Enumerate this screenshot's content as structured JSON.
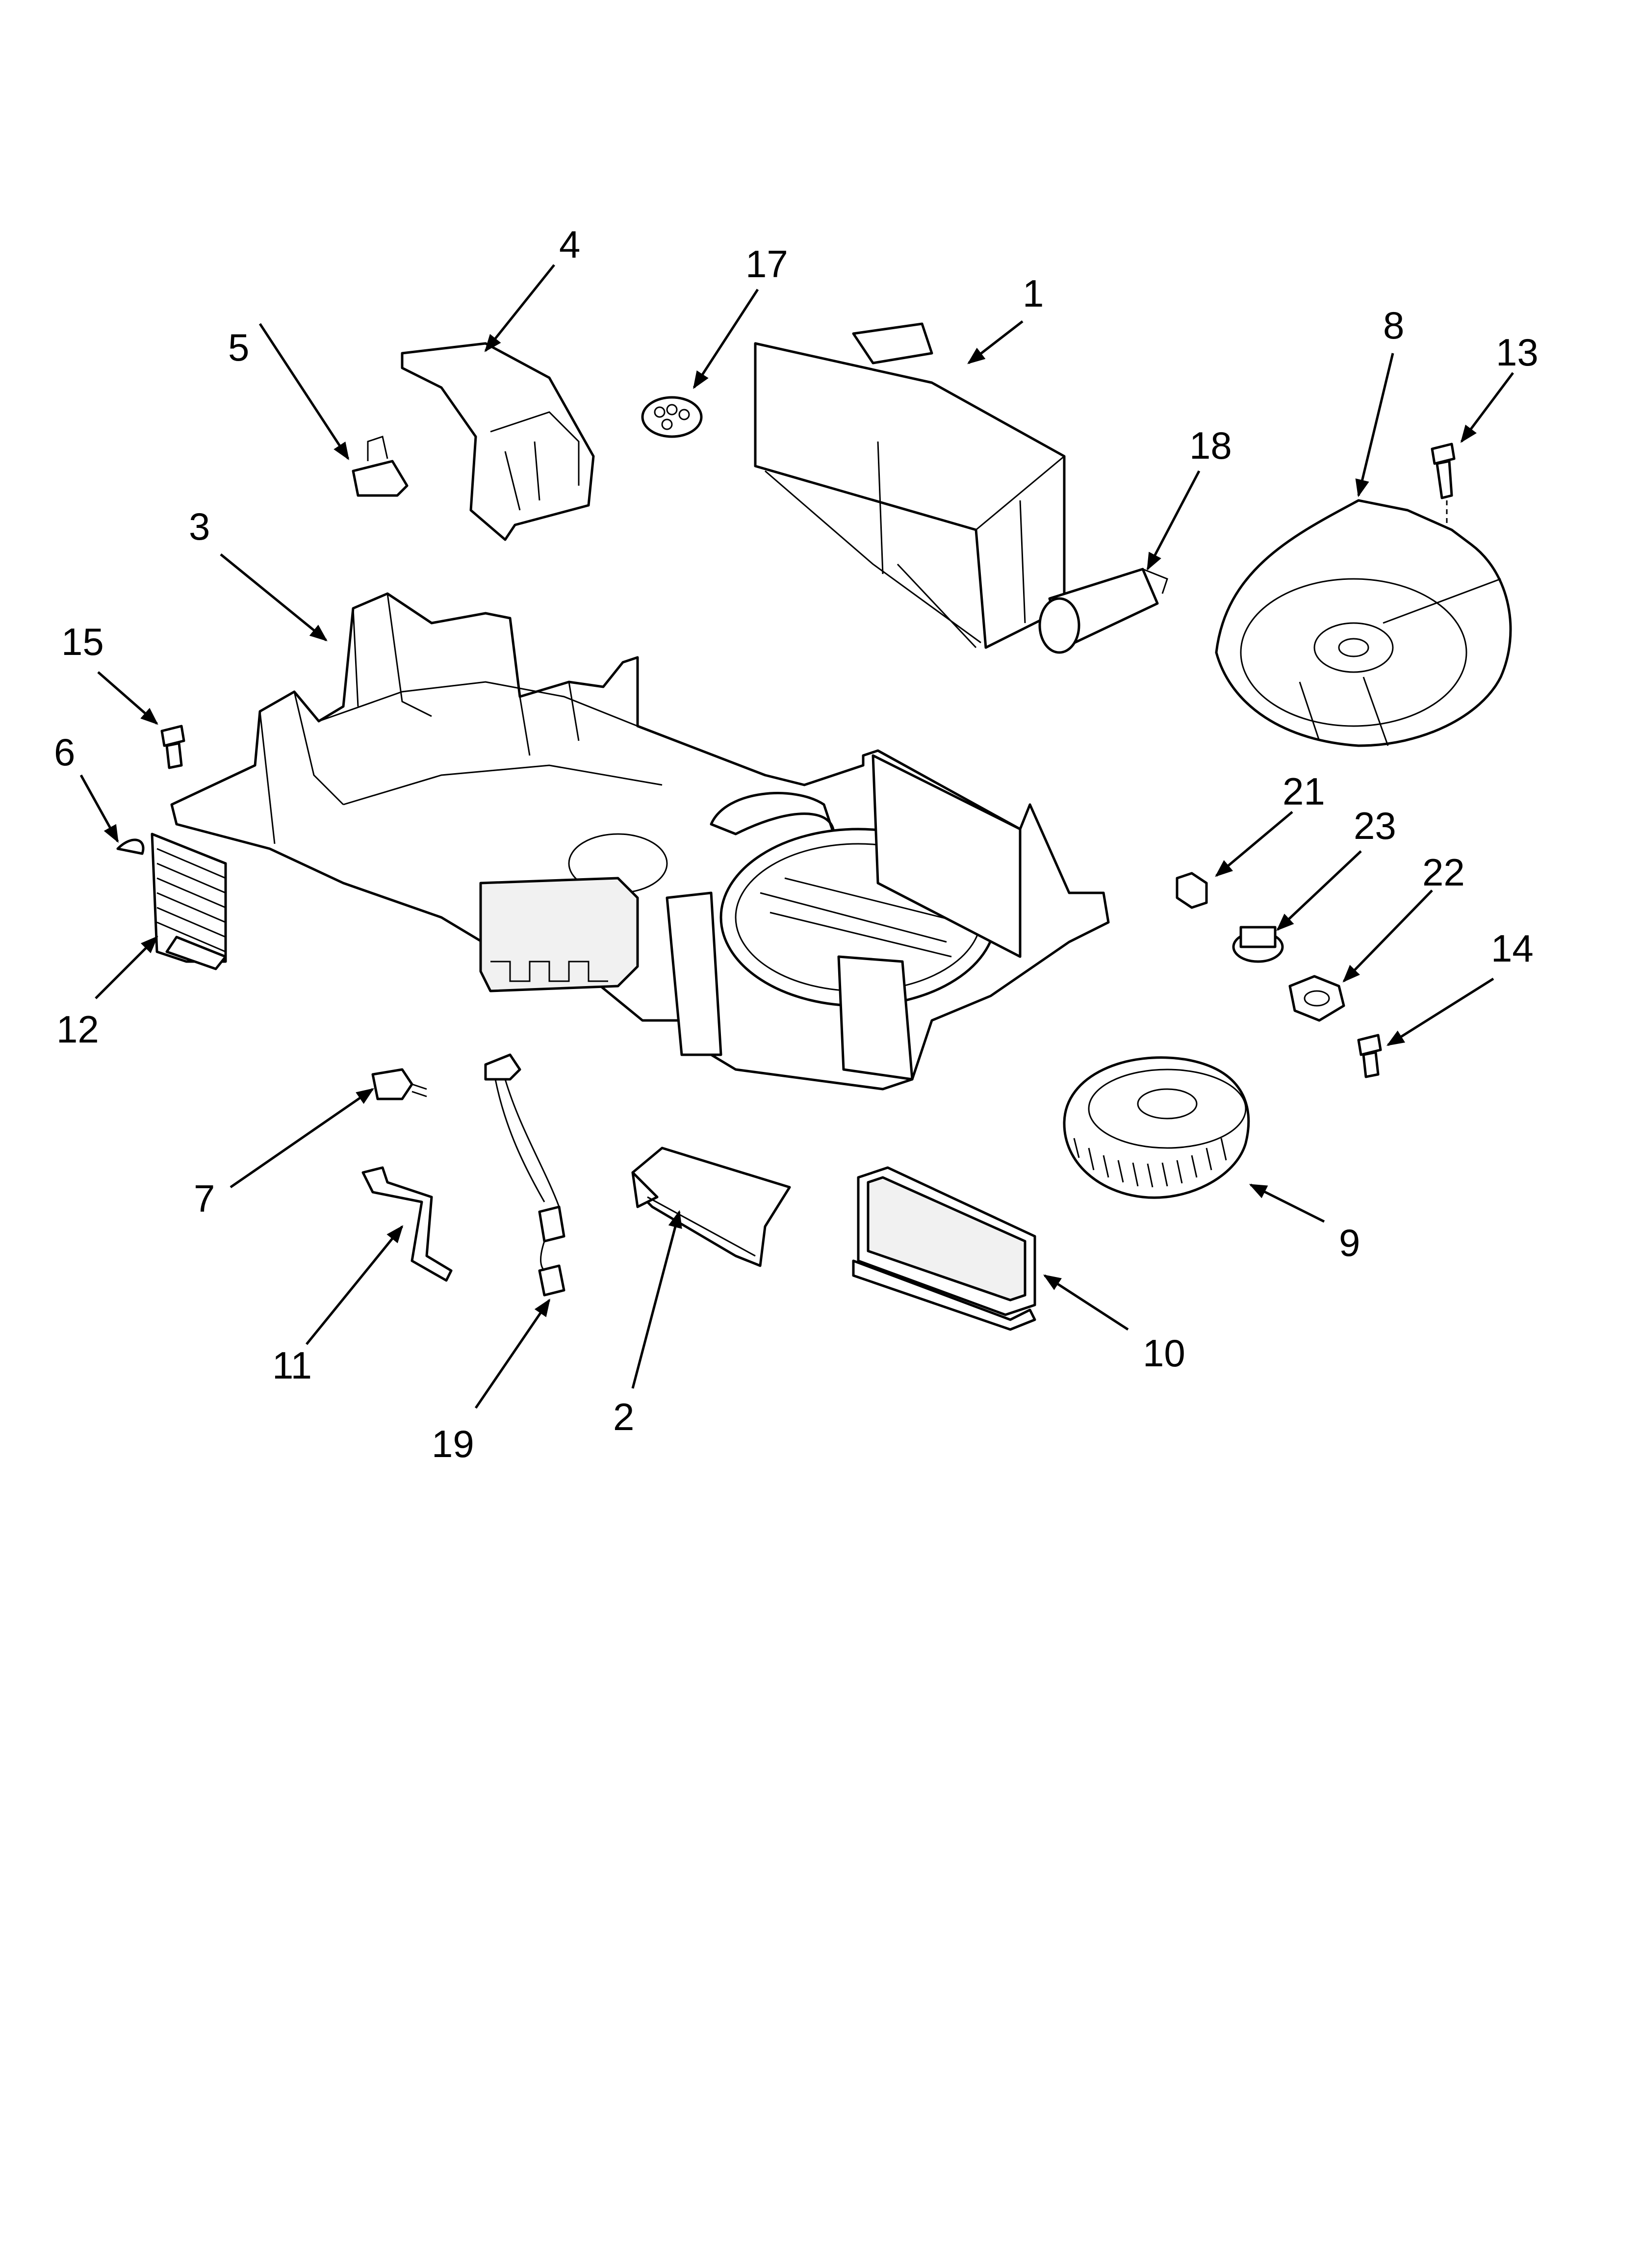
{
  "callouts": [
    {
      "id": "1",
      "label": "1"
    },
    {
      "id": "2",
      "label": "2"
    },
    {
      "id": "3",
      "label": "3"
    },
    {
      "id": "4",
      "label": "4"
    },
    {
      "id": "5",
      "label": "5"
    },
    {
      "id": "6",
      "label": "6"
    },
    {
      "id": "7",
      "label": "7"
    },
    {
      "id": "8",
      "label": "8"
    },
    {
      "id": "9",
      "label": "9"
    },
    {
      "id": "10",
      "label": "10"
    },
    {
      "id": "11",
      "label": "11"
    },
    {
      "id": "12",
      "label": "12"
    },
    {
      "id": "13",
      "label": "13"
    },
    {
      "id": "14",
      "label": "14"
    },
    {
      "id": "15",
      "label": "15"
    },
    {
      "id": "17",
      "label": "17"
    },
    {
      "id": "18",
      "label": "18"
    },
    {
      "id": "19",
      "label": "19"
    },
    {
      "id": "21",
      "label": "21"
    },
    {
      "id": "22",
      "label": "22"
    },
    {
      "id": "23",
      "label": "23"
    }
  ],
  "colors": {
    "line": "#000000",
    "background": "#ffffff",
    "shade": "#f1f1f1"
  }
}
